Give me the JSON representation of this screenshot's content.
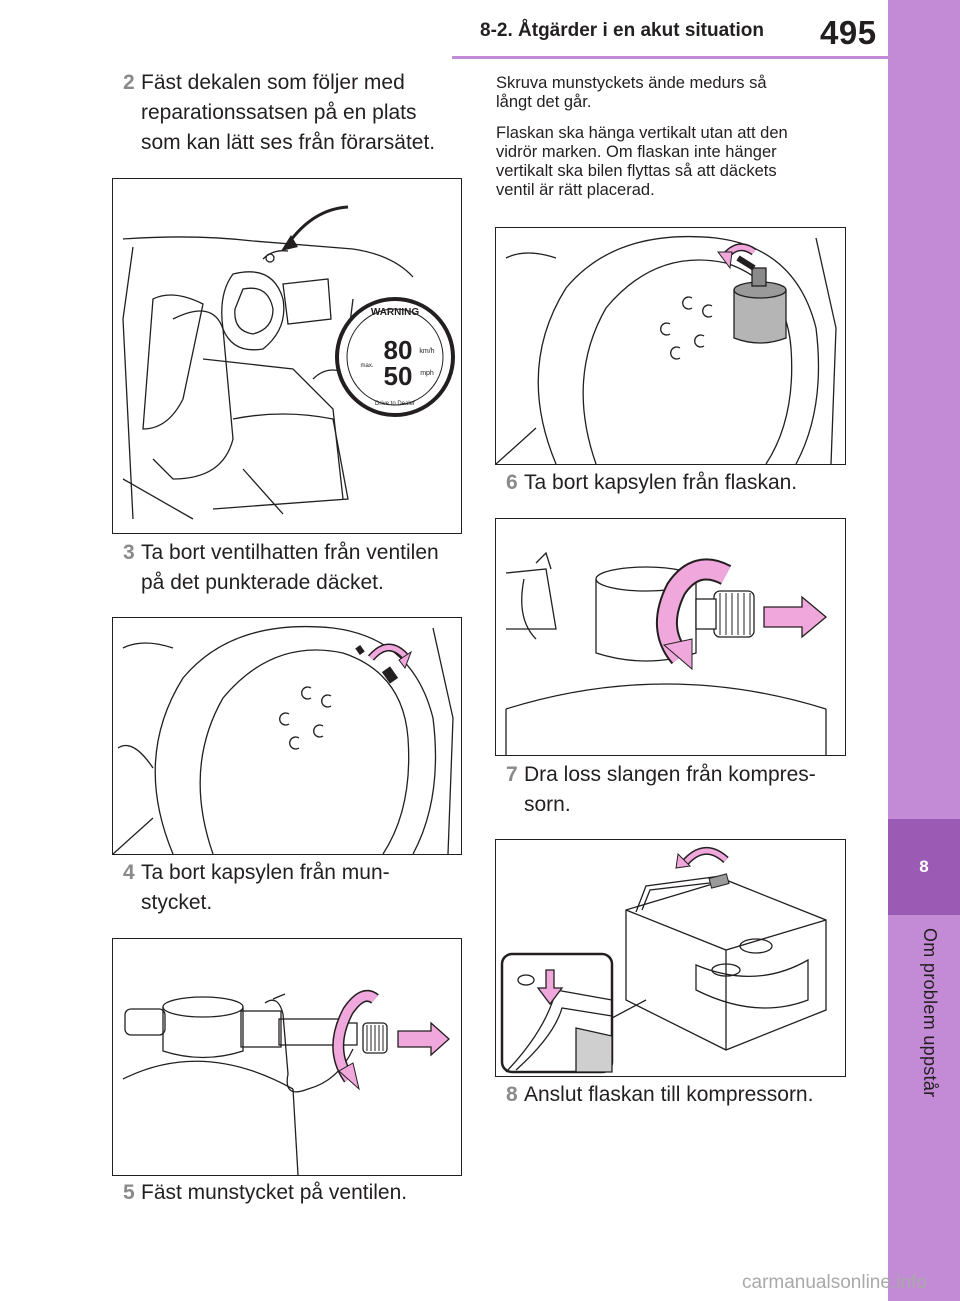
{
  "header": {
    "section_title": "8-2. Åtgärder i en akut situation",
    "page_number": "495"
  },
  "sidebar": {
    "chapter_number": "8",
    "chapter_title": "Om problem uppstår"
  },
  "steps": [
    {
      "num": "2",
      "lines": [
        "Fäst dekalen som följer med",
        "reparationssatsen på en plats",
        "som kan lätt ses från förarsätet."
      ]
    },
    {
      "num": "3",
      "lines": [
        "Ta bort ventilhatten från ventilen",
        "på det punkterade däcket."
      ]
    },
    {
      "num": "4",
      "lines": [
        "Ta bort kapsylen från mun-",
        "stycket."
      ]
    },
    {
      "num": "5",
      "lines": [
        "Fäst munstycket på ventilen."
      ]
    },
    {
      "num": "6",
      "lines": [
        "Ta bort kapsylen från flaskan."
      ]
    },
    {
      "num": "7",
      "lines": [
        "Dra loss slangen från kompres-",
        "sorn."
      ]
    },
    {
      "num": "8",
      "lines": [
        "Anslut flaskan till kompressorn."
      ]
    }
  ],
  "paragraphs": [
    {
      "lines": [
        "Skruva munstyckets ände medurs så",
        "långt det går."
      ]
    },
    {
      "lines": [
        "Flaskan ska hänga vertikalt utan att den",
        "vidrör marken. Om flaskan inte hänger",
        "vertikalt ska bilen flyttas så att däckets",
        "ventil är rätt placerad."
      ]
    }
  ],
  "sticker": {
    "warning_text": "WARNING",
    "speed_kmh": "80",
    "speed_mph": "50",
    "unit_kmh": "km/h",
    "unit_mph": "mph",
    "max_label": "max.",
    "drive_text": "Drive to Dealer"
  },
  "footer": {
    "watermark": "carmanualsonline.info"
  },
  "colors": {
    "accent": "#c38bd6",
    "accent_dark": "#9b5bb5",
    "arrow_pink": "#f0a8dc"
  }
}
